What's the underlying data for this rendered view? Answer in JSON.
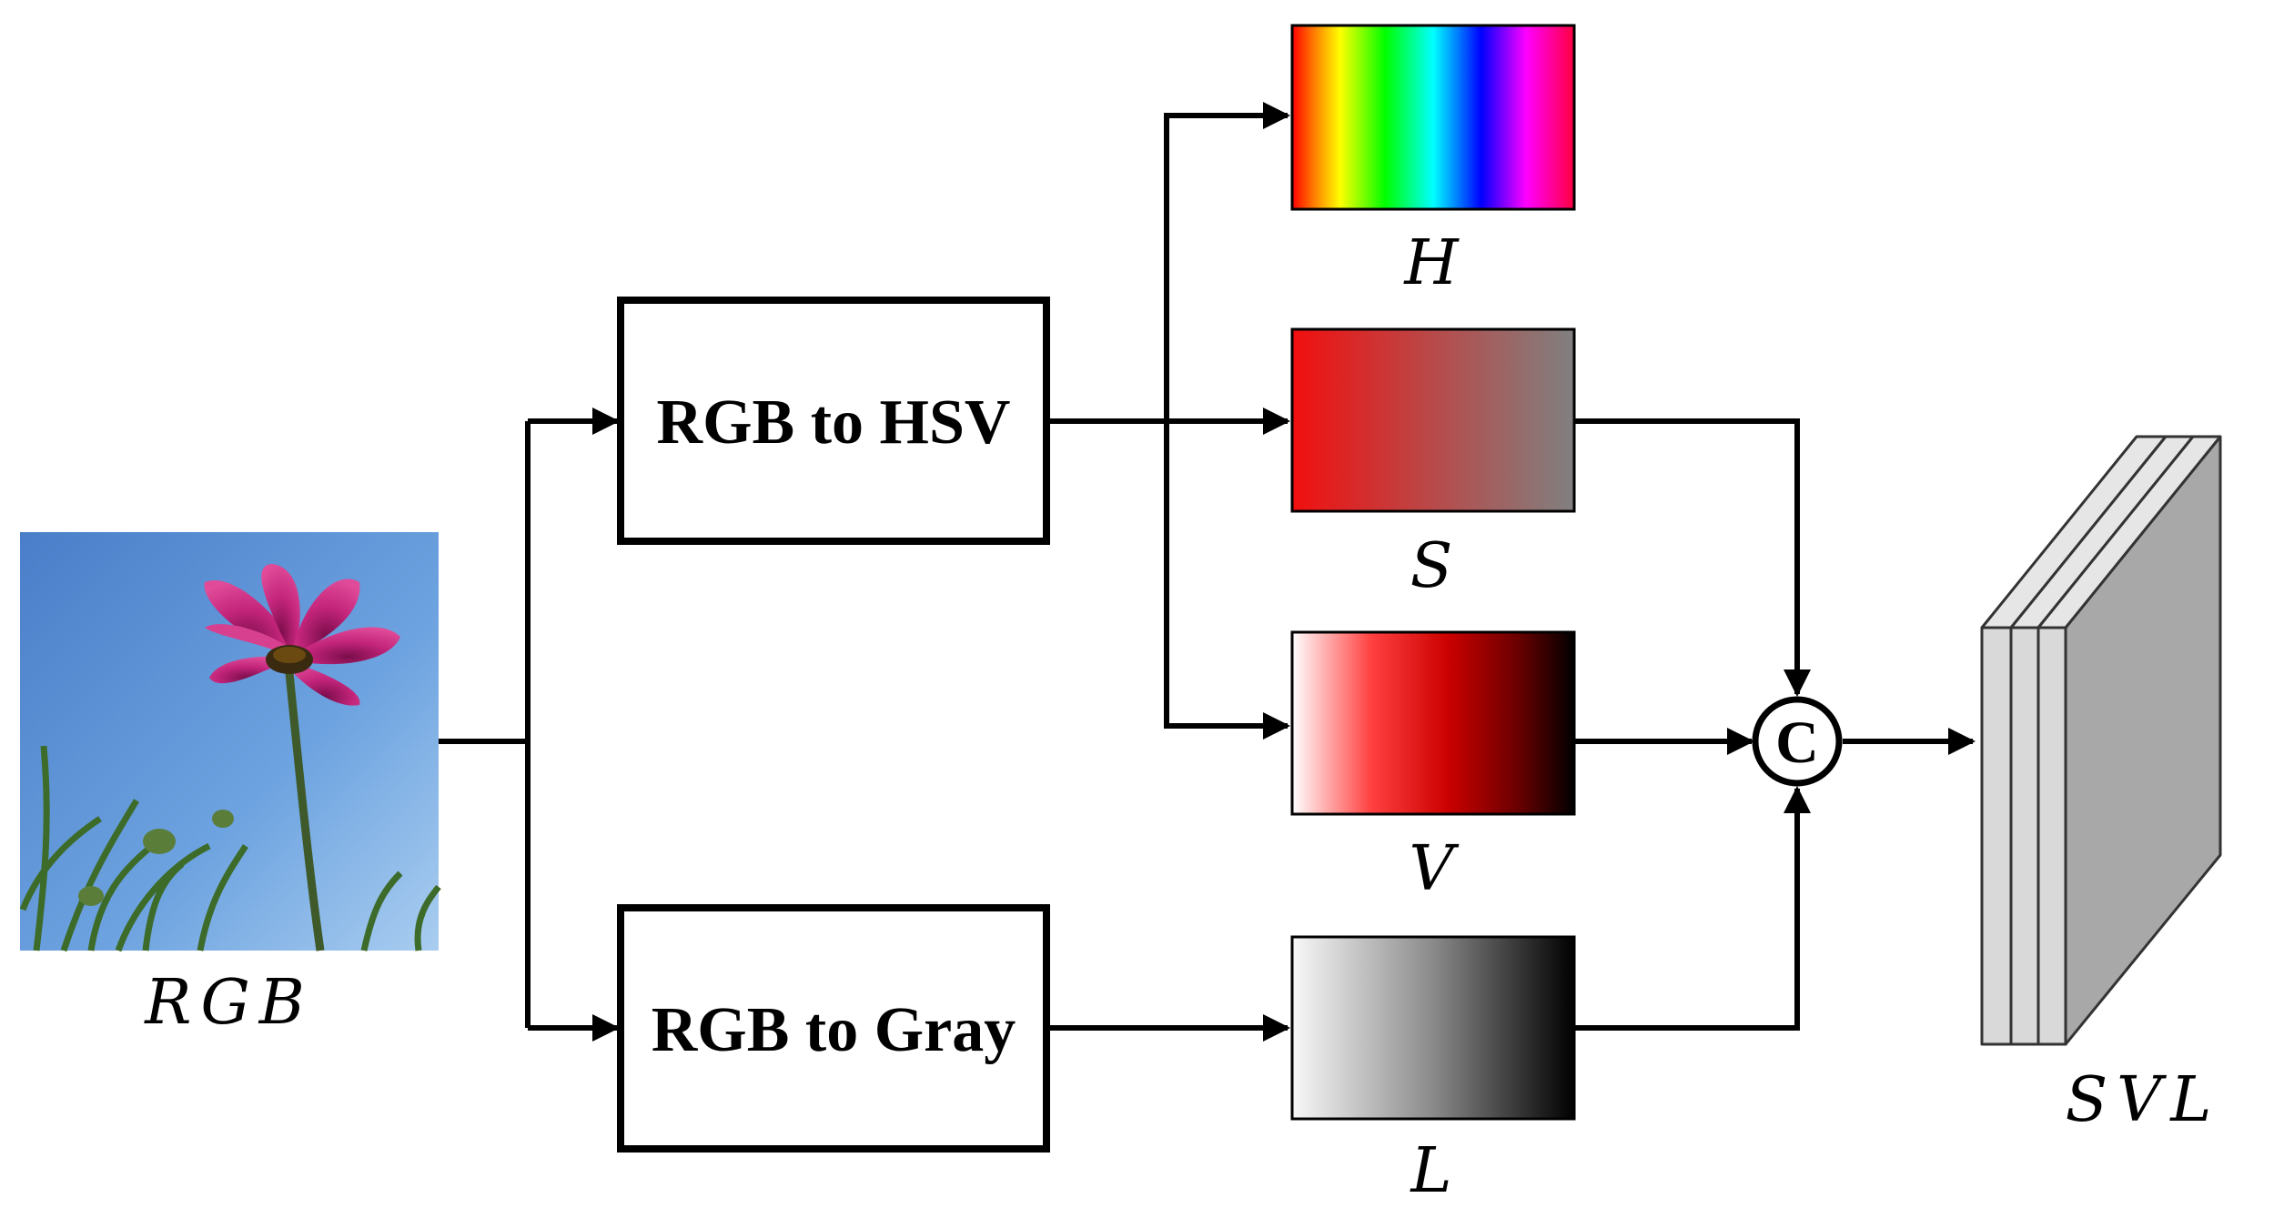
{
  "input": {
    "label": "RGB"
  },
  "boxes": {
    "hsv": "RGB to HSV",
    "gray": "RGB to Gray"
  },
  "channels": {
    "h": "H",
    "s": "S",
    "v": "V",
    "l": "L"
  },
  "concat": {
    "symbol": "C"
  },
  "output": {
    "label": "SVL"
  }
}
